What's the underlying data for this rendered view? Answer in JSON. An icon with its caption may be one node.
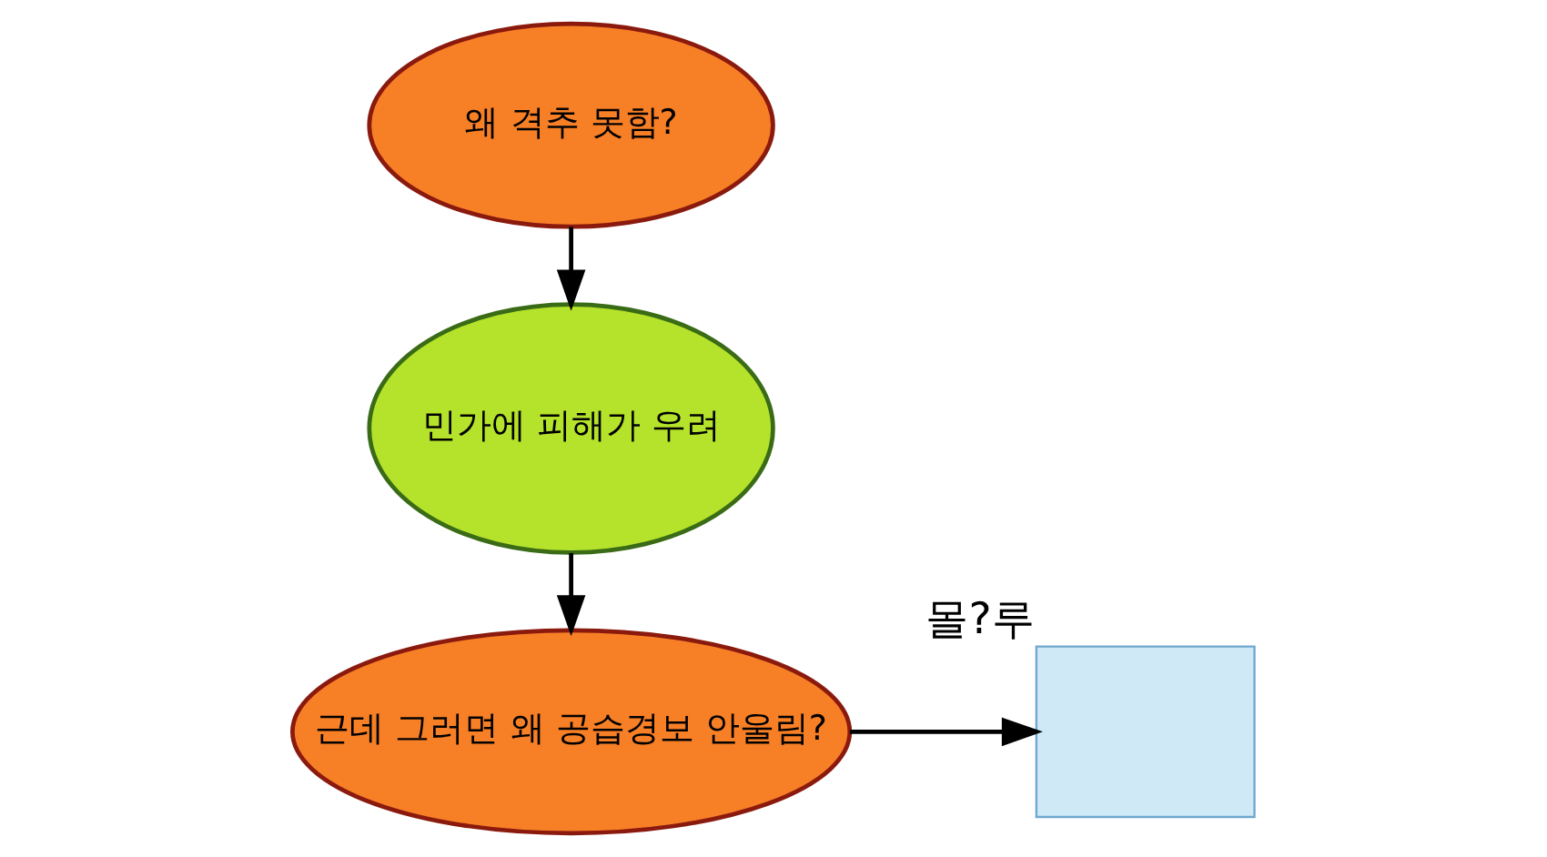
{
  "diagram": {
    "nodes": [
      {
        "text": [
          "왜 격추 못함?"
        ]
      },
      {
        "text": [
          "민가에 피해가 우려"
        ]
      },
      {
        "text": [
          "근데 그러면 왜 공습경보 안울림?"
        ]
      },
      {
        "text": [],
        "shape": "box",
        "beside": [
          "몰?루"
        ]
      }
    ],
    "edges": [
      {
        "from": 0,
        "to": 1,
        "arrow": "to"
      },
      {
        "from": 1,
        "to": 2,
        "arrow": "to"
      },
      {
        "from": 2,
        "to": 3,
        "arrow": "to"
      }
    ]
  }
}
